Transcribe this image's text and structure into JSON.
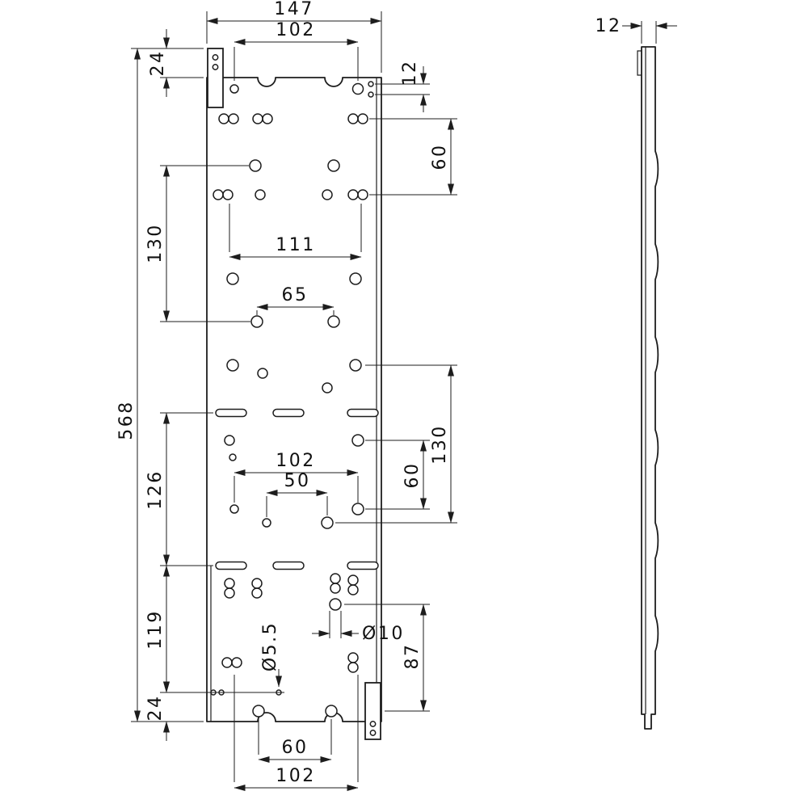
{
  "labels": {
    "top_width": "147",
    "top_holes_width": "102",
    "top_left_offset": "24",
    "top_right_pair": "12",
    "right_60_upper": "60",
    "left_130": "130",
    "width_111": "111",
    "width_65": "65",
    "overall_height": "568",
    "left_126": "126",
    "mid_width_102": "102",
    "mid_width_50": "50",
    "right_60_lower": "60",
    "right_130": "130",
    "left_119": "119",
    "dia_5_5": "Ø5.5",
    "dia_10": "Ø10",
    "right_87": "87",
    "bottom_left_offset": "24",
    "bottom_width_60": "60",
    "bottom_width_102": "102",
    "side_thickness": "12"
  }
}
